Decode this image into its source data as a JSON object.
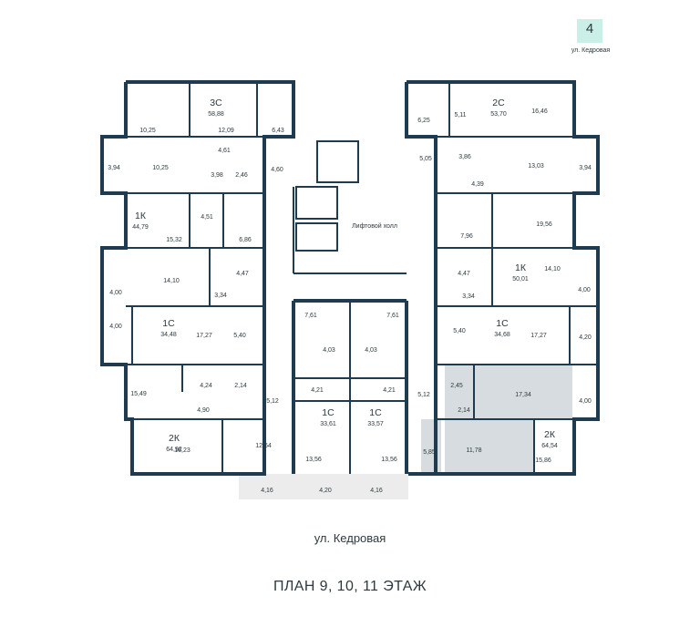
{
  "header": {
    "section_number": "4",
    "section_street": "ул. Кедровая"
  },
  "plan": {
    "lobby_label": "Лифтовой холл",
    "street_label": "ул. Кедровая",
    "title": "ПЛАН 9, 10, 11 ЭТАЖ",
    "apartments": [
      {
        "type": "3С",
        "area": "58,88"
      },
      {
        "type": "2С",
        "area": "53,70"
      },
      {
        "type": "1К",
        "area": "44,79"
      },
      {
        "type": "1К",
        "area": "50,01"
      },
      {
        "type": "1С",
        "area": "34,48"
      },
      {
        "type": "1С",
        "area": "34,68"
      },
      {
        "type": "1С",
        "area": "33,61"
      },
      {
        "type": "1С",
        "area": "33,57"
      },
      {
        "type": "2К",
        "area": "64,92"
      },
      {
        "type": "2К",
        "area": "64,54"
      }
    ],
    "rooms": [
      "10,25",
      "12,09",
      "6,43",
      "10,25",
      "3,94",
      "4,61",
      "3,98",
      "2,46",
      "4,60",
      "6,25",
      "5,11",
      "16,46",
      "5,05",
      "3,86",
      "13,03",
      "3,94",
      "4,39",
      "4,51",
      "15,32",
      "6,86",
      "7,96",
      "19,56",
      "14,10",
      "4,47",
      "4,00",
      "3,34",
      "4,47",
      "14,10",
      "4,00",
      "3,34",
      "4,00",
      "17,27",
      "5,40",
      "7,61",
      "7,61",
      "4,03",
      "4,03",
      "5,40",
      "17,27",
      "4,20",
      "15,49",
      "4,24",
      "2,14",
      "4,90",
      "5,12",
      "4,21",
      "4,21",
      "5,12",
      "2,45",
      "17,34",
      "4,00",
      "2,14",
      "16,23",
      "12,64",
      "13,56",
      "13,56",
      "5,85",
      "11,78",
      "15,86",
      "4,16",
      "4,20",
      "4,16"
    ]
  },
  "colors": {
    "wall": "#1e3b4f",
    "shaded": "#d6dcdf",
    "badge": "#c9efe7"
  }
}
